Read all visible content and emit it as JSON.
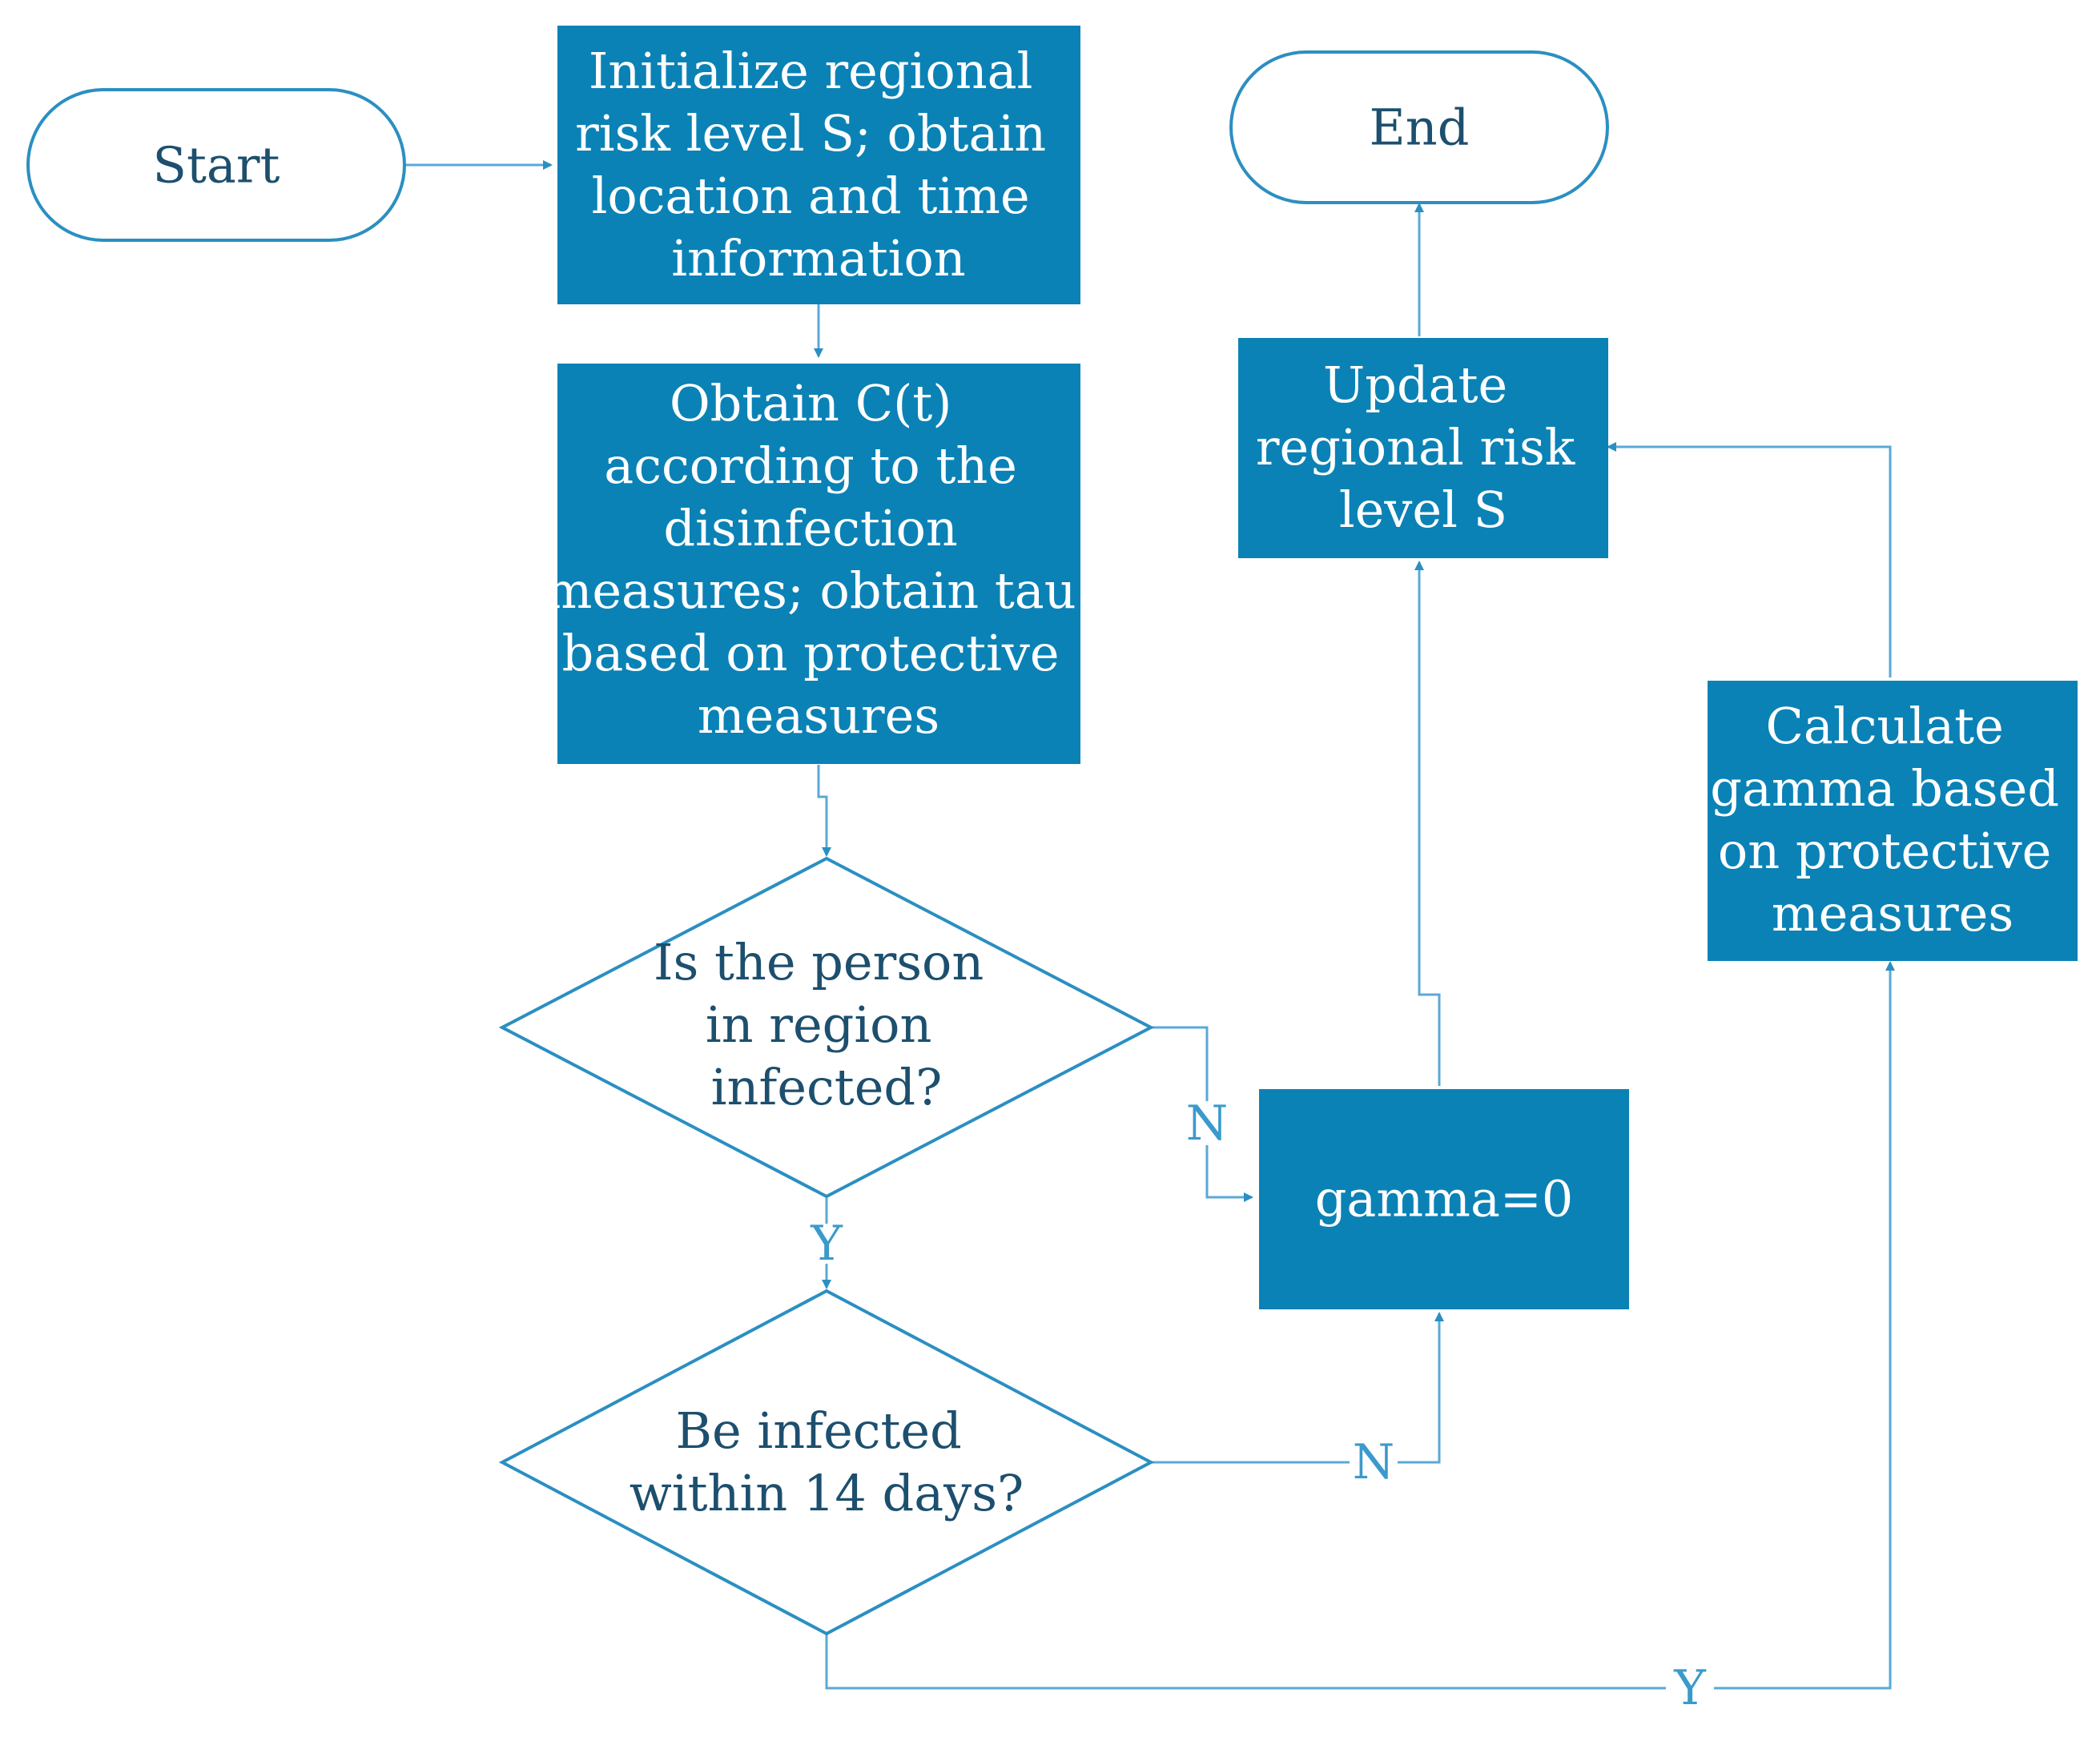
{
  "colors": {
    "process_fill": "#0a82b6",
    "stroke": "#2b8fc1",
    "line": "#5aa9d6",
    "terminal_text": "#1d4f6e",
    "decision_text": "#1d4f6e",
    "branch_label": "#3a9acb"
  },
  "nodes": {
    "start": {
      "label": "Start"
    },
    "end": {
      "label": "End"
    },
    "init": {
      "lines": [
        "Initialize regional",
        "risk level S; obtain",
        "location and time",
        "information"
      ]
    },
    "obtain": {
      "lines": [
        "Obtain C(t)",
        "according to the",
        "disinfection",
        "measures; obtain tau",
        "based on protective",
        "measures"
      ]
    },
    "infected": {
      "lines": [
        "Is the person",
        "in region",
        "infected?"
      ]
    },
    "within14": {
      "lines": [
        "Be infected",
        "within 14 days?"
      ]
    },
    "gamma0": {
      "label": "gamma=0"
    },
    "update": {
      "lines": [
        "Update",
        "regional risk",
        "level S"
      ]
    },
    "calc": {
      "lines": [
        "Calculate",
        "gamma based",
        "on protective",
        "measures"
      ]
    }
  },
  "branches": {
    "infected_no": "N",
    "infected_yes": "Y",
    "within14_no": "N",
    "within14_yes": "Y"
  }
}
